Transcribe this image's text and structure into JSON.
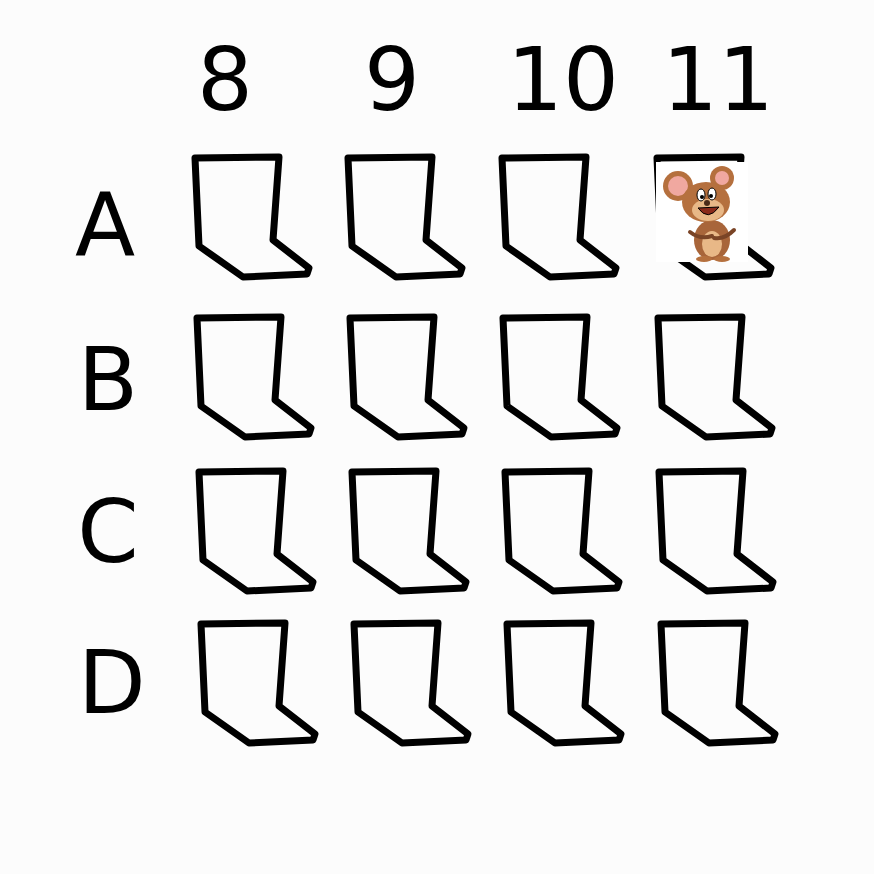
{
  "diagram": {
    "labels": [
      "8",
      "9",
      "10",
      "11",
      "A",
      "B",
      "C",
      "D"
    ]
  }
}
